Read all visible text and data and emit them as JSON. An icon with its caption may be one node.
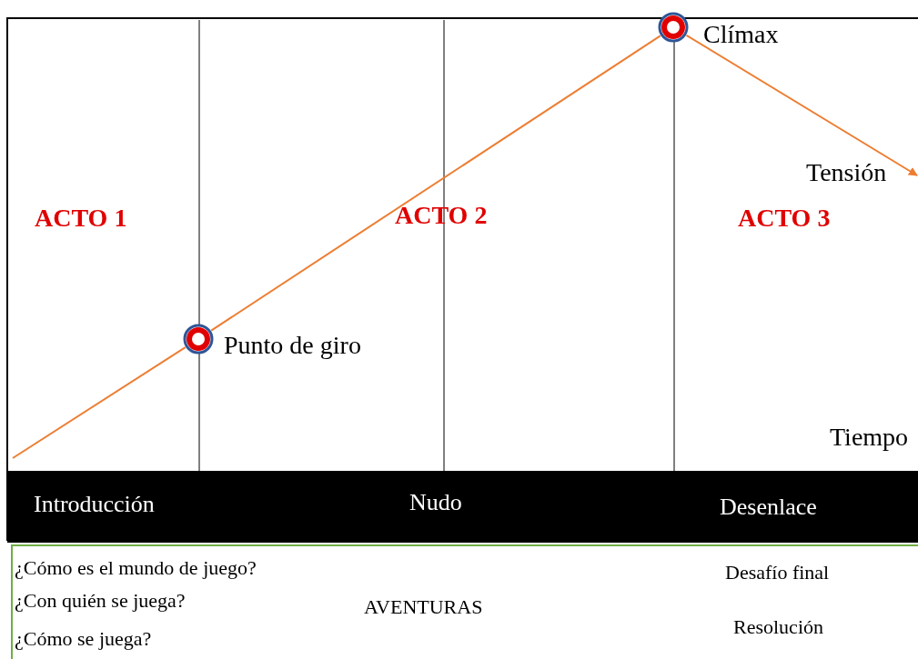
{
  "diagram": {
    "nodes": [
      {
        "text": [],
        "shape": "circle",
        "beside": [
          "Punto de giro"
        ]
      },
      {
        "text": [],
        "shape": "circle",
        "beside": [
          "Clímax"
        ]
      }
    ],
    "edges": [
      {
        "from": null,
        "to": 0,
        "arrow": "none"
      },
      {
        "from": 0,
        "to": 1,
        "arrow": "none"
      },
      {
        "from": 1,
        "to": null,
        "arrow": "to"
      }
    ],
    "labels": [
      "Tensión",
      "ACTO 1",
      "ACTO 2",
      "ACTO 3",
      "Tiempo",
      "Introducción",
      "Nudo",
      "Desenlace",
      "¿Cómo es el mundo de juego?",
      "Desafío final",
      "¿Con quién se juega?",
      "AVENTURAS",
      "¿Cómo se juega?",
      "Resolución"
    ]
  }
}
